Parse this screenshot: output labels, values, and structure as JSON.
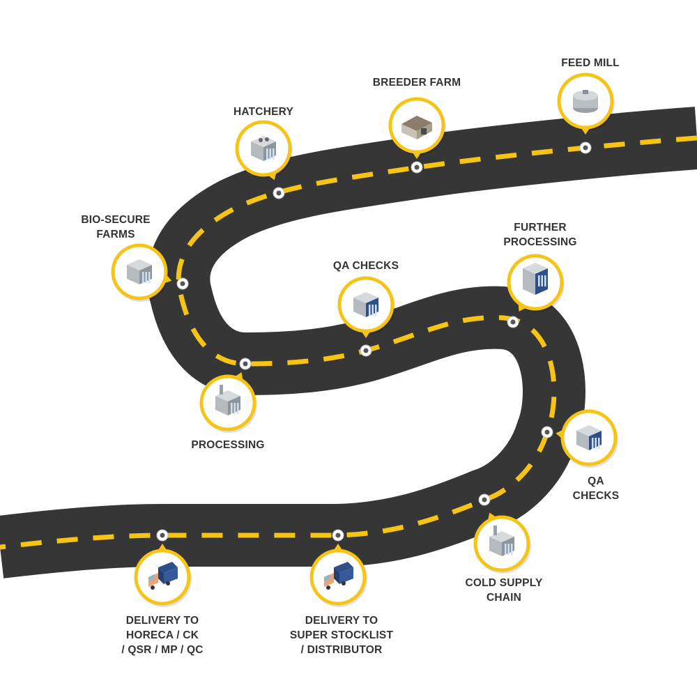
{
  "colors": {
    "road": "#363636",
    "dash": "#f6c416",
    "ring": "#f6c416",
    "text": "#333333",
    "marker": "#ffffff"
  },
  "stops": [
    {
      "id": "feed-mill",
      "icon": "silo-icon",
      "label": [
        "FEED MILL"
      ]
    },
    {
      "id": "breeder-farm",
      "icon": "barn-icon",
      "label": [
        "BREEDER FARM"
      ]
    },
    {
      "id": "hatchery",
      "icon": "hatchery-building-icon",
      "label": [
        "HATCHERY"
      ]
    },
    {
      "id": "bio-secure-farms",
      "icon": "farm-buildings-icon",
      "label": [
        "BIO-SECURE",
        "FARMS"
      ]
    },
    {
      "id": "processing",
      "icon": "factory-icon",
      "label": [
        "PROCESSING"
      ]
    },
    {
      "id": "qa-checks-1",
      "icon": "lab-building-icon",
      "label": [
        "QA CHECKS"
      ]
    },
    {
      "id": "further-processing",
      "icon": "office-tower-icon",
      "label": [
        "FURTHER",
        "PROCESSING"
      ]
    },
    {
      "id": "qa-checks-2",
      "icon": "lab-building-icon",
      "label": [
        "QA",
        "CHECKS"
      ]
    },
    {
      "id": "cold-supply-chain",
      "icon": "warehouse-icon",
      "label": [
        "COLD SUPPLY",
        "CHAIN"
      ]
    },
    {
      "id": "delivery-super-stockist",
      "icon": "delivery-truck-icon",
      "label": [
        "DELIVERY TO",
        "SUPER STOCKLIST",
        "/ DISTRIBUTOR"
      ]
    },
    {
      "id": "delivery-horeca",
      "icon": "delivery-truck-icon",
      "label": [
        "DELIVERY TO",
        "HORECA / CK",
        "/ QSR / MP / QC"
      ]
    }
  ]
}
